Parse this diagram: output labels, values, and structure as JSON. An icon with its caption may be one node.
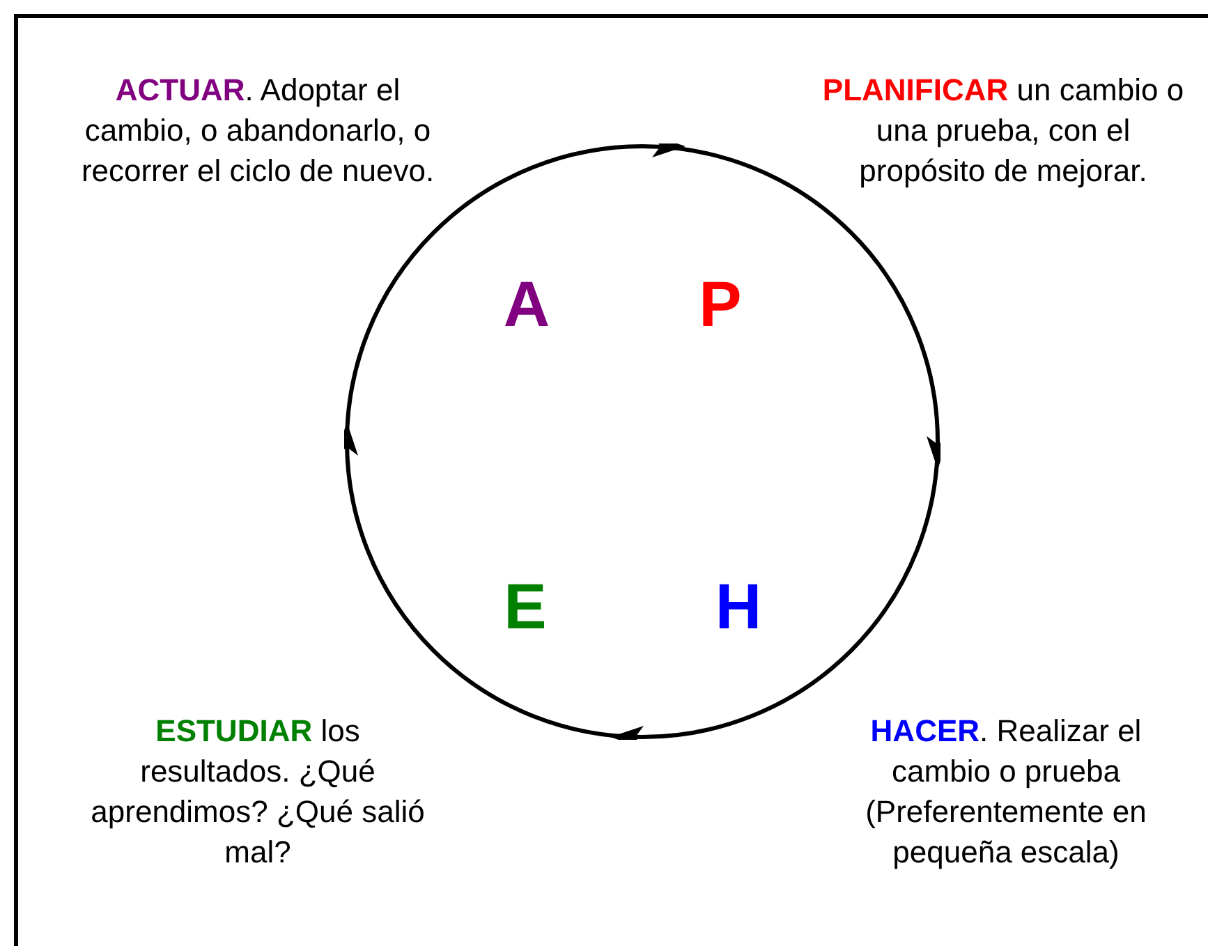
{
  "diagram": {
    "nodes": [
      {
        "text": [
          "A",
          "P",
          "E",
          "H"
        ]
      }
    ],
    "edges": [],
    "labels": [
      "**ACTUAR**. Adoptar el cambio, o abandonarlo, o recorrer el ciclo de nuevo.",
      "**PLANIFICAR** un cambio o una prueba, con el propósito de mejorar.",
      "**ESTUDIAR** los resultados. ¿Qué aprendimos? ¿Qué salió mal?",
      "**HACER**. Realizar el cambio o prueba (Preferentemente en pequeña escala)"
    ]
  }
}
